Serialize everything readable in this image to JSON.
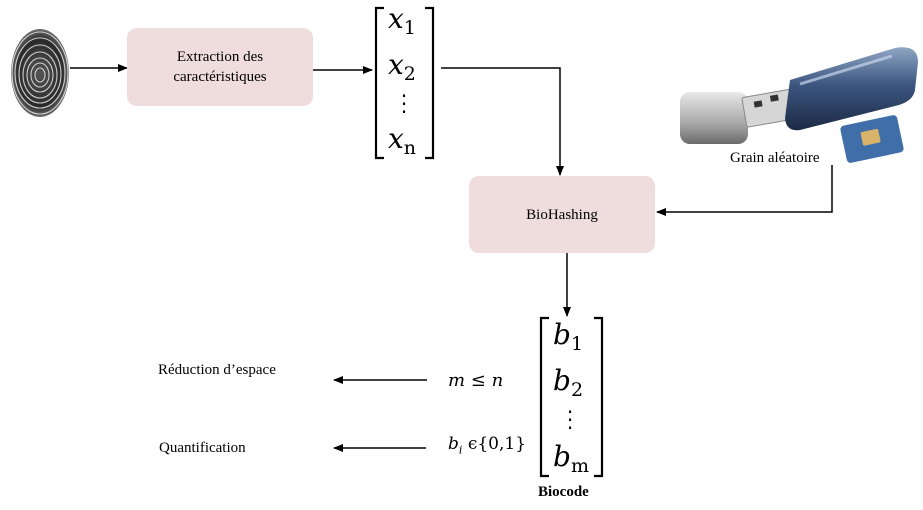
{
  "extraction": {
    "line1": "Extraction des",
    "line2": "caractéristiques"
  },
  "biohashing": {
    "label": "BioHashing"
  },
  "feature_vector": {
    "entries": [
      {
        "var": "x",
        "sub": "1"
      },
      {
        "var": "x",
        "sub": "2"
      },
      {
        "var": "x",
        "sub": "n"
      }
    ]
  },
  "token": {
    "label": "Grain aléatoire"
  },
  "biocode": {
    "entries": [
      {
        "var": "b",
        "sub": "1"
      },
      {
        "var": "b",
        "sub": "2"
      },
      {
        "var": "b",
        "sub": "m"
      }
    ],
    "caption": "Biocode"
  },
  "reduction": {
    "label": "Réduction d’espace",
    "condition": "m ≤ n"
  },
  "quantification": {
    "label": "Quantification",
    "condition_var": "b",
    "condition_sub": "i",
    "condition_rest": " ϵ{0,1}"
  }
}
